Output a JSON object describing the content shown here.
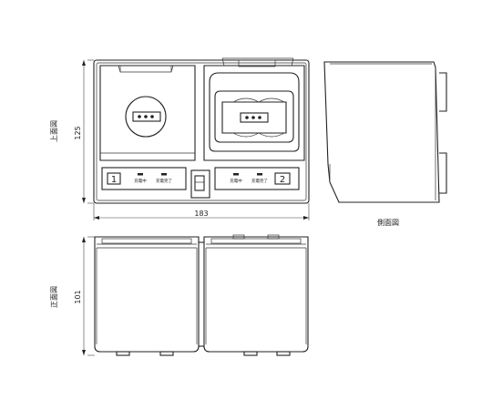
{
  "labels": {
    "top_view": "上面図",
    "side_view": "側面図",
    "front_view": "正面図",
    "left_slot": "1",
    "right_slot": "2",
    "charging": "充電中",
    "charged": "充電完了"
  },
  "dimensions": {
    "width": "183",
    "depth": "125",
    "height": "101"
  }
}
